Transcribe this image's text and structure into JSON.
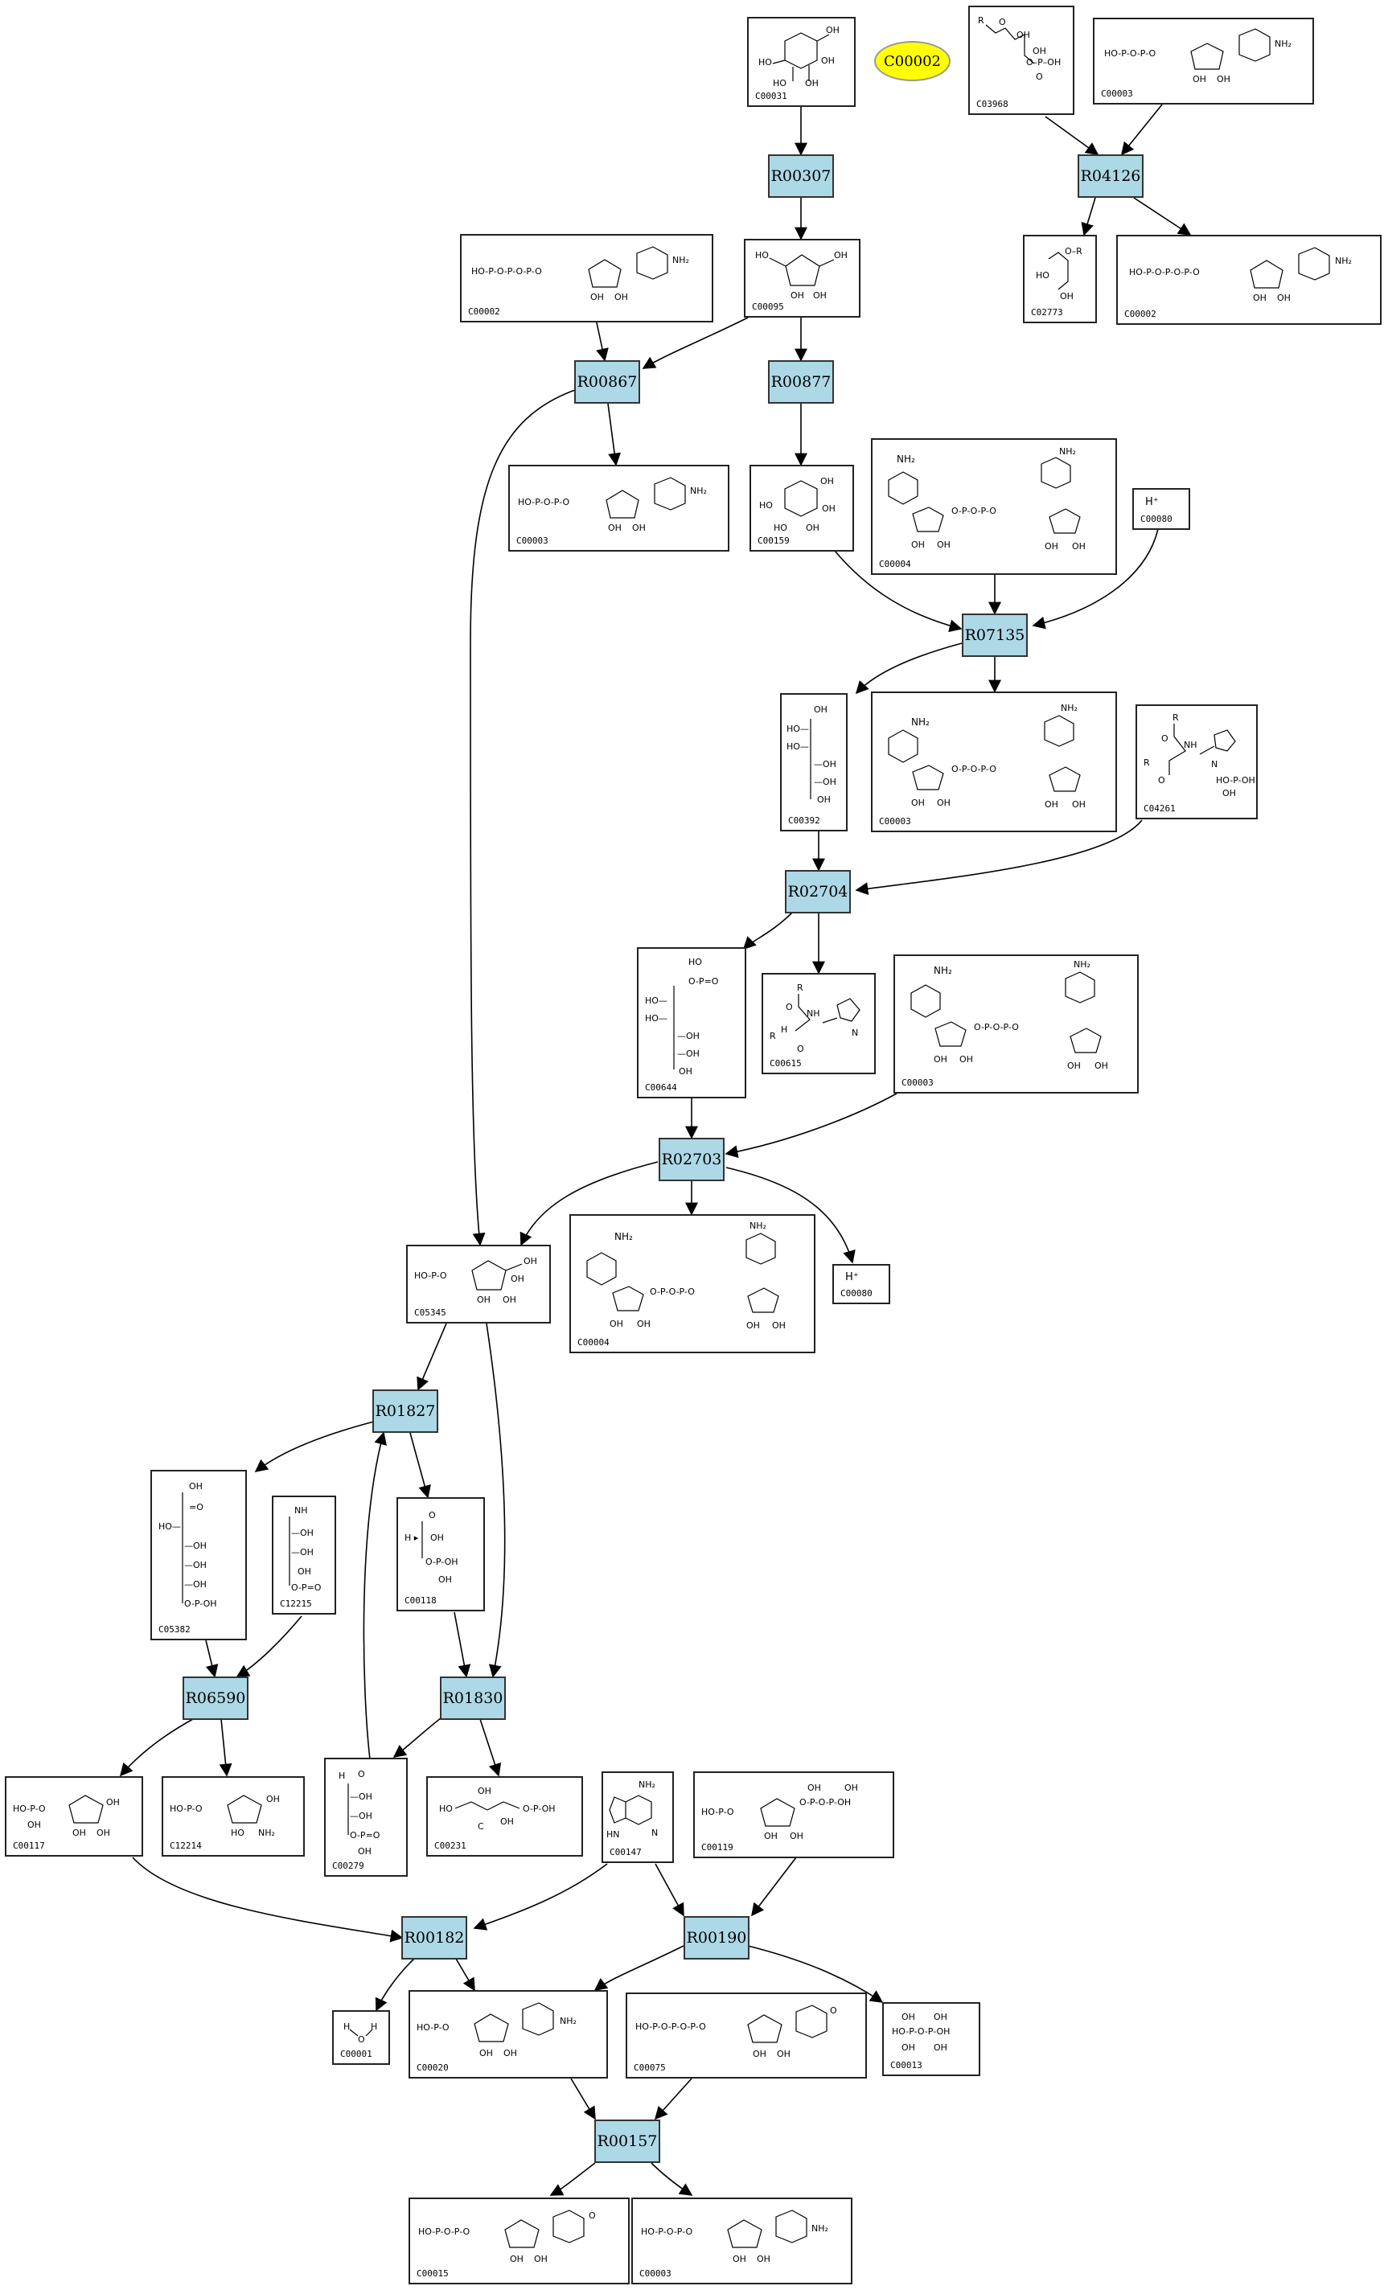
{
  "title_node": "C00002",
  "reactions": [
    "R00307",
    "R04126",
    "R00867",
    "R00877",
    "R07135",
    "R02704",
    "R02703",
    "R01827",
    "R06590",
    "R01830",
    "R00182",
    "R00190",
    "R00157"
  ],
  "compounds": [
    "C00031",
    "C03968",
    "C00003",
    "C00002",
    "C02773",
    "C00002",
    "C00095",
    "C00003",
    "C00159",
    "C00004",
    "C00080",
    "C00392",
    "C00003",
    "C04261",
    "C00644",
    "C00615",
    "C00003",
    "C05345",
    "C00004",
    "C00080",
    "C05382",
    "C12215",
    "C00118",
    "C00117",
    "C12214",
    "C00279",
    "C00231",
    "C00147",
    "C00119",
    "C00001",
    "C00020",
    "C00075",
    "C00013",
    "C00015",
    "C00003"
  ],
  "labels": {
    "hplus": "H⁺",
    "water": "H  H"
  }
}
